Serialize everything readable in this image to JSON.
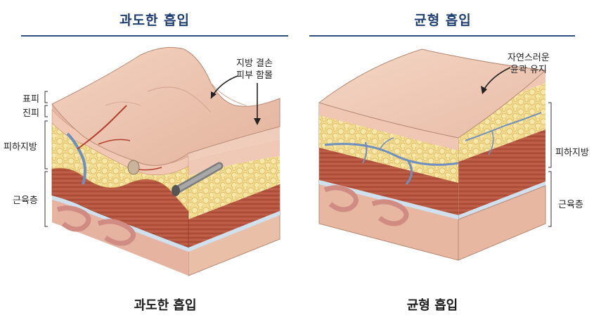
{
  "left_panel": {
    "title": "과도한 흡입",
    "caption": "과도한 흡입",
    "labels": {
      "epidermis": "표피",
      "dermis": "진피",
      "subcutaneous_fat": "피하지방",
      "muscle": "근육층"
    },
    "annotation": [
      "지방 결손",
      "피부 함몰"
    ]
  },
  "right_panel": {
    "title": "균형 흡입",
    "caption": "균형 흡입",
    "labels": {
      "subcutaneous_fat": "피하지방",
      "muscle": "근육층"
    },
    "annotation": [
      "자연스러운",
      "윤곽 유지"
    ]
  },
  "colors": {
    "title_blue": "#1f3f73",
    "skin": "#edc3ad",
    "fat": "#f1d98a",
    "muscle": "#b5533e",
    "vessel": "#6f8fbf"
  }
}
